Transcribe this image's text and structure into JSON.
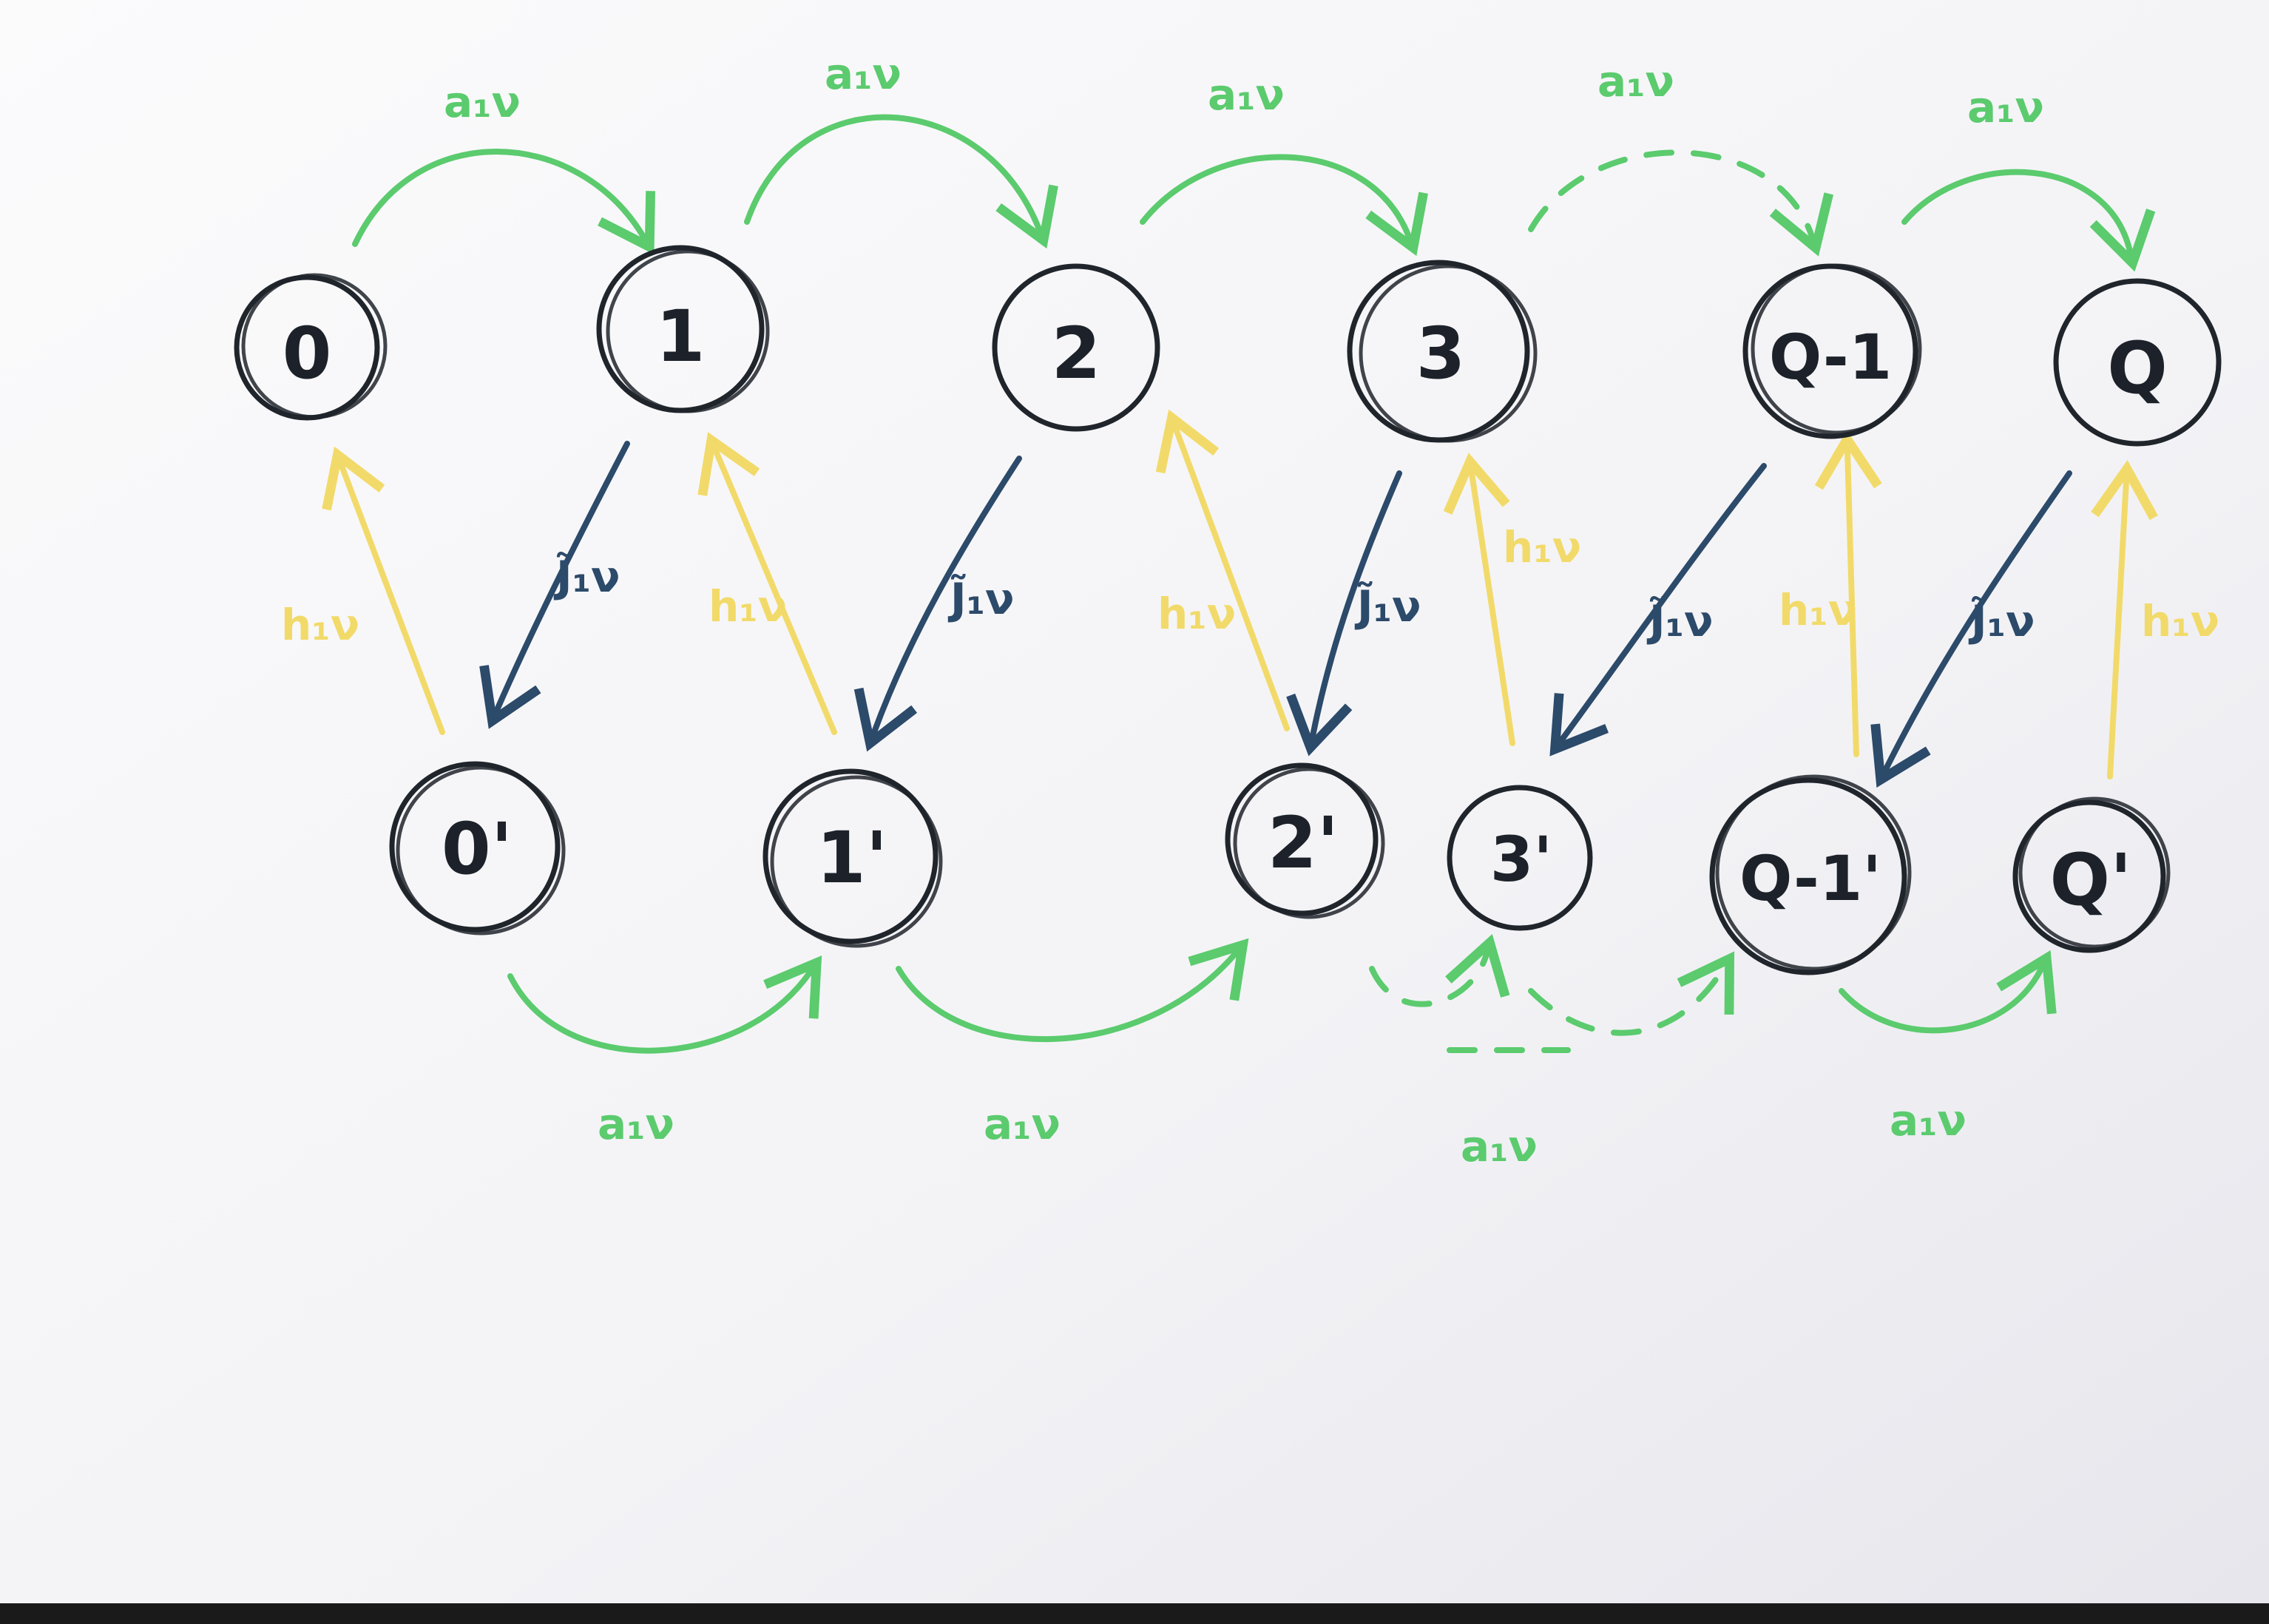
{
  "diagram": {
    "nodes_top": [
      "0",
      "1",
      "2",
      "3",
      "Q-1",
      "Q"
    ],
    "nodes_bottom": [
      "0'",
      "1'",
      "2'",
      "3'",
      "Q-1'",
      "Q'"
    ],
    "edge_labels": {
      "green_top": [
        "a₁ν",
        "a₁ν",
        "a₁ν",
        "a₁ν",
        "a₁ν"
      ],
      "green_bottom": [
        "a₁ν",
        "a₁ν",
        "a₁ν",
        "a₁ν"
      ],
      "yellow": [
        "h₁ν",
        "h₁ν",
        "h₁ν",
        "h₁ν",
        "h₁ν",
        "h₁ν"
      ],
      "blue": [
        "J̃₁ν",
        "J̃₁ν",
        "J̃₁ν",
        "J̃₁ν",
        "J̃₁ν"
      ]
    },
    "colors": {
      "paper": "#f7f7f9",
      "ink": "#20252c",
      "green": "#5bcb6e",
      "yellow": "#f2da6a",
      "blue": "#2c4a6a"
    }
  }
}
